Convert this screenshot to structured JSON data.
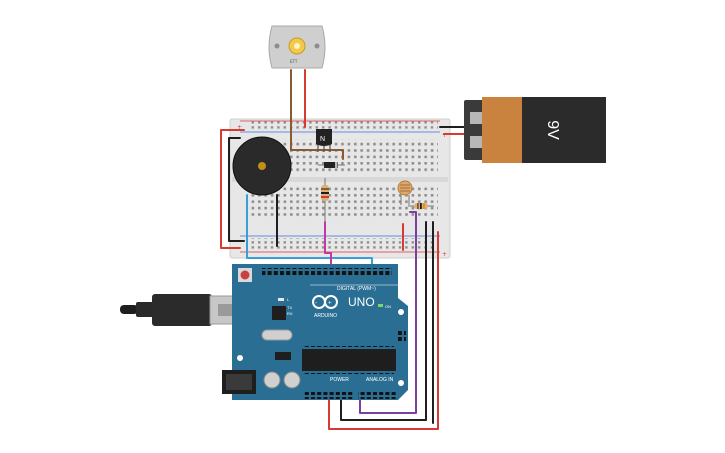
{
  "motor": {
    "label": "ETT"
  },
  "battery": {
    "label": "9V",
    "body_color": "#c9833f",
    "cap_color": "#2b2b2b"
  },
  "transistor": {
    "label": "N"
  },
  "arduino": {
    "brand": "ARDUINO",
    "model": "UNO",
    "digital_label": "DIGITAL (PWM~)",
    "power_label": "POWER",
    "analog_label": "ANALOG IN",
    "on_label": "ON",
    "tx_label": "TX",
    "rx_label": "RX",
    "l_label": "L",
    "board_color": "#2a6f93"
  },
  "colors": {
    "wire_red": "#d63a32",
    "wire_black": "#1e1e1e",
    "wire_brown": "#8a5a33",
    "wire_blue": "#3a9ed8",
    "wire_magenta": "#c437a6",
    "wire_purple": "#7b3fa0",
    "breadboard": "#e7e7e7"
  }
}
